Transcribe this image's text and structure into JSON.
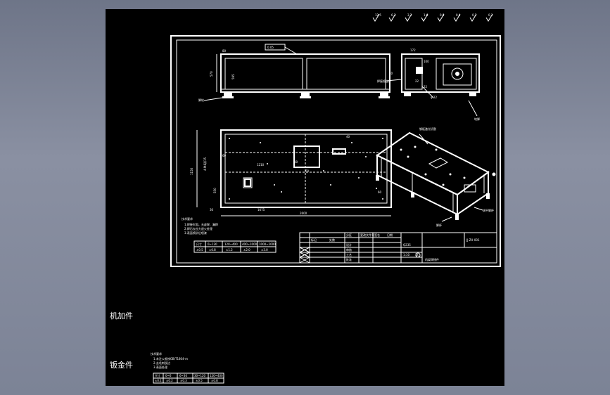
{
  "canvas": {
    "background": "#000000",
    "viewport_background": "#7c8396"
  },
  "surface_symbols": [
    "12.5",
    "6.3",
    "3.2",
    "1.6",
    "0.8",
    "0.4",
    "0.2",
    "0.1"
  ],
  "front_view": {
    "flatness": "0.05",
    "dim_top": "80",
    "dim_height": "570",
    "dim_inner": "595",
    "leader": "脚轮"
  },
  "side_view": {
    "dim_top": "172",
    "dim_a": "100",
    "dim_b": "40",
    "dim_c": "22",
    "dim_d": "22",
    "phi": "φ 22",
    "leader1": "焊接钣金件",
    "leader2": "地脚"
  },
  "top_view": {
    "dim_len": "2600",
    "dim_inner": "1675",
    "dim_w1": "1150",
    "dim_w2": "550",
    "dim_hole": "4-M8深15",
    "dim_a": "30",
    "dim_b": "60",
    "dim_c": "1210",
    "dim_d": "60",
    "dim_e": "30",
    "dim_f": "40",
    "dim_g": "60"
  },
  "iso_view": {
    "leader1": "钢板激光切割",
    "leader2": "脚杯",
    "leader3": "调平脚杯"
  },
  "notes": {
    "title": "技术要求",
    "lines": [
      "1.焊接牢固，无虚焊、漏焊",
      "2.焊后去应力退火处理",
      "3.表面喷砂后喷漆"
    ]
  },
  "tol_table": {
    "headers": [
      "尺寸",
      "0~120",
      "120~400",
      "400~1000",
      "1000~2000"
    ],
    "values": [
      "±0.5",
      "±0.8",
      "±1.2",
      "±2.0",
      "±3.0"
    ]
  },
  "title_block": {
    "name": "机架焊接件",
    "material": "Q235",
    "scale": "1:10",
    "qty": "1",
    "weight": "",
    "rows": [
      "标记",
      "处数",
      "分区",
      "更改文件号",
      "签名",
      "日期"
    ],
    "cols": [
      "设计",
      "审核",
      "工艺",
      "批准"
    ],
    "drawing_no": "JJ-ZH-001",
    "stamp": "A"
  },
  "labels": {
    "machined": "机加件",
    "sheet_metal": "钣金件"
  },
  "notes2": {
    "title": "技术要求",
    "lines": [
      "1.未注公差按GB/T1804-m",
      "2.去毛刺锐边",
      "3.表面处理"
    ]
  },
  "tol_table2": {
    "headers": [
      "尺寸",
      "0~6",
      "6~30",
      "30~120",
      "120~400"
    ],
    "values": [
      "±0.1",
      "±0.2",
      "±0.3",
      "±0.5",
      "±0.8"
    ]
  }
}
